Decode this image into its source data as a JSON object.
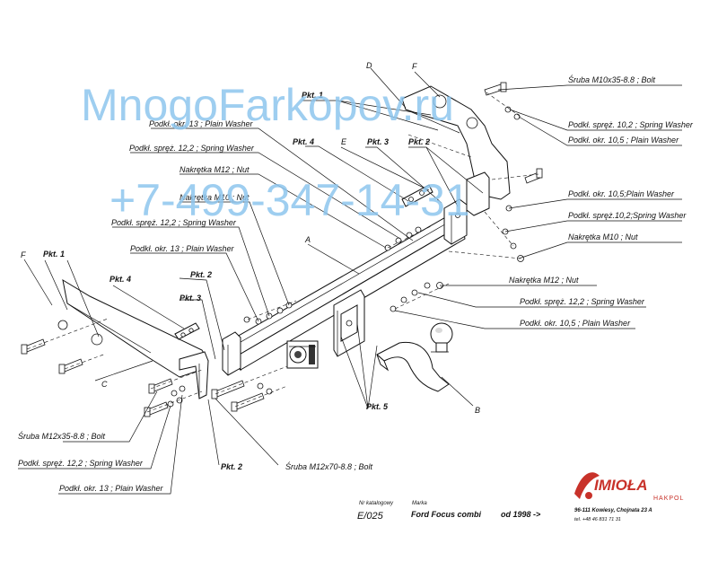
{
  "watermark": {
    "site": "MnogoFarkopov.ru",
    "phone": "+7-499-347-14-31",
    "color": "#8ec6ee"
  },
  "labels": {
    "left": [
      "Podkł. okr. 13 ; Plain Washer",
      "Podkł. spręż. 12,2 ; Spring Washer",
      "Nakrętka  M12 ; Nut",
      "Nakrętka  M10 ; Nut",
      "Podkł. spręż. 12,2 ; Spring Washer",
      "Podkł. okr. 13 ; Plain Washer"
    ],
    "right": [
      "Śruba M10x35-8.8  ;  Bolt",
      "Podkł. spręż. 10,2 ; Spring Washer",
      "Podkł. okr. 10,5 ; Plain Washer",
      "Podkł. okr. 10,5;Plain Washer",
      "Podkł. spręż.10,2;Spring Washer",
      "Nakrętka  M10 ; Nut",
      "Nakrętka  M12 ; Nut",
      "Podkł. spręż. 12,2 ; Spring Washer",
      "Podkł. okr. 10,5 ; Plain Washer"
    ],
    "bottom": [
      "Śruba M12x35-8.8  ;  Bolt",
      "Podkł. spręż. 12,2 ; Spring Washer",
      "Podkł. okr. 13 ; Plain Washer",
      "Śruba M12x70-8.8  ;  Bolt"
    ]
  },
  "parts": {
    "pkt1_top": "Pkt. 1",
    "pkt4_top": "Pkt. 4",
    "pkt3_top": "Pkt. 3",
    "pkt2_top": "Pkt. 2",
    "pkt1_left": "Pkt. 1",
    "pkt4_left": "Pkt. 4",
    "pkt2_mid": "Pkt. 2",
    "pkt3_mid": "Pkt. 3",
    "pkt5": "Pkt. 5",
    "pkt2_bottom": "Pkt. 2",
    "letter_a": "A",
    "letter_b": "B",
    "letter_c": "C",
    "letter_d": "D",
    "letter_e": "E",
    "letter_f_top": "F",
    "letter_f_left": "F"
  },
  "titleblock": {
    "catalog_label": "Nr katalogowy",
    "catalog_number": "E/025",
    "brand_label": "Marka",
    "model": "Ford Focus combi",
    "year": "od 1998 ->",
    "logo_text": "IMIOŁA",
    "logo_sub": "HAKPOL",
    "address": "96-111 Kowiesy, Chojnata 23 A",
    "phone": "tel. +48 46 831 71 31",
    "logo_color": "#c8322a"
  }
}
